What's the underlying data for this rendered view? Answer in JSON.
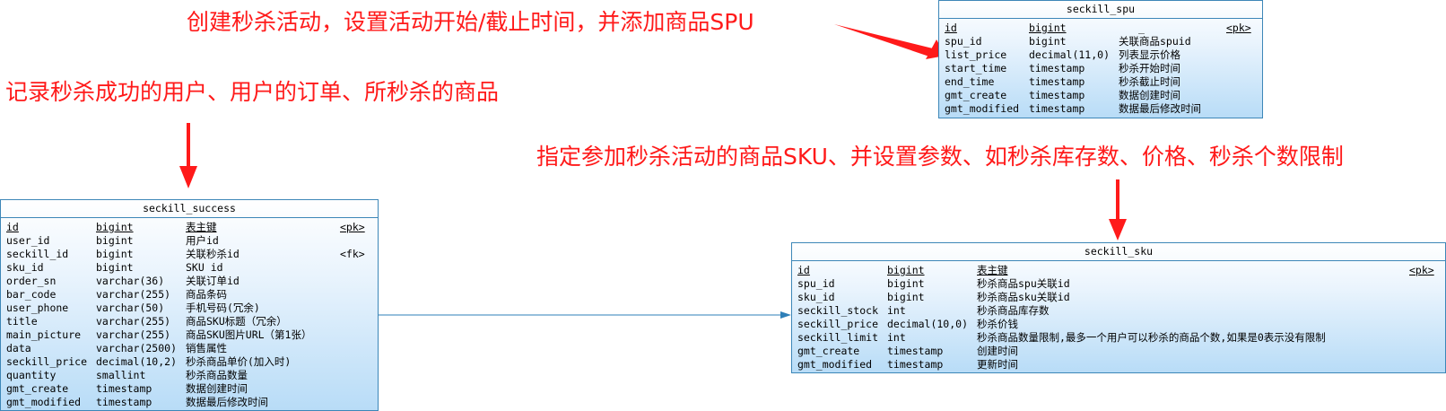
{
  "annotations": {
    "spu_note": "创建秒杀活动，设置活动开始/截止时间，并添加商品SPU",
    "success_note": "记录秒杀成功的用户、用户的订单、所秒杀的商品",
    "sku_note": "指定参加秒杀活动的商品SKU、并设置参数、如秒杀库存数、价格、秒杀个数限制"
  },
  "colors": {
    "annotation": "#ff1a1a",
    "table_border": "#3d87b8",
    "connector": "#2e7fb8"
  },
  "tables": {
    "seckill_spu": {
      "name": "seckill_spu",
      "header_extra": "_",
      "rows": [
        {
          "name": "id",
          "type": "bigint",
          "comment": "",
          "key": "<pk>"
        },
        {
          "name": "spu_id",
          "type": "bigint",
          "comment": "关联商品spuid",
          "key": ""
        },
        {
          "name": "list_price",
          "type": "decimal(11,0)",
          "comment": "列表显示价格",
          "key": ""
        },
        {
          "name": "start_time",
          "type": "timestamp",
          "comment": "秒杀开始时间",
          "key": ""
        },
        {
          "name": "end_time",
          "type": "timestamp",
          "comment": "秒杀截止时间",
          "key": ""
        },
        {
          "name": "gmt_create",
          "type": "timestamp",
          "comment": "数据创建时间",
          "key": ""
        },
        {
          "name": "gmt_modified",
          "type": "timestamp",
          "comment": "数据最后修改时间",
          "key": ""
        }
      ]
    },
    "seckill_success": {
      "name": "seckill_success",
      "rows": [
        {
          "name": "id",
          "type": "bigint",
          "comment": "表主键",
          "key": "<pk>"
        },
        {
          "name": "user_id",
          "type": "bigint",
          "comment": "用户id",
          "key": ""
        },
        {
          "name": "seckill_id",
          "type": "bigint",
          "comment": "关联秒杀id",
          "key": "<fk>"
        },
        {
          "name": "sku_id",
          "type": "bigint",
          "comment": "SKU id",
          "key": ""
        },
        {
          "name": "order_sn",
          "type": "varchar(36)",
          "comment": "关联订单id",
          "key": ""
        },
        {
          "name": "bar_code",
          "type": "varchar(255)",
          "comment": "商品条码",
          "key": ""
        },
        {
          "name": "user_phone",
          "type": "varchar(50)",
          "comment": "手机号码(冗余)",
          "key": ""
        },
        {
          "name": "title",
          "type": "varchar(255)",
          "comment": "商品SKU标题（冗余）",
          "key": ""
        },
        {
          "name": "main_picture",
          "type": "varchar(255)",
          "comment": "商品SKU图片URL（第1张）",
          "key": ""
        },
        {
          "name": "data",
          "type": "varchar(2500)",
          "comment": "销售属性",
          "key": ""
        },
        {
          "name": "seckill_price",
          "type": "decimal(10,2)",
          "comment": "秒杀商品单价(加入时)",
          "key": ""
        },
        {
          "name": "quantity",
          "type": "smallint",
          "comment": "秒杀商品数量",
          "key": ""
        },
        {
          "name": "gmt_create",
          "type": "timestamp",
          "comment": "数据创建时间",
          "key": ""
        },
        {
          "name": "gmt_modified",
          "type": "timestamp",
          "comment": "数据最后修改时间",
          "key": ""
        }
      ]
    },
    "seckill_sku": {
      "name": "seckill_sku",
      "rows": [
        {
          "name": "id",
          "type": "bigint",
          "comment": "表主键",
          "key": "<pk>"
        },
        {
          "name": "spu_id",
          "type": "bigint",
          "comment": "秒杀商品spu关联id",
          "key": ""
        },
        {
          "name": "sku_id",
          "type": "bigint",
          "comment": "秒杀商品sku关联id",
          "key": ""
        },
        {
          "name": "seckill_stock",
          "type": "int",
          "comment": "秒杀商品库存数",
          "key": ""
        },
        {
          "name": "seckill_price",
          "type": "decimal(10,0)",
          "comment": "秒杀价钱",
          "key": ""
        },
        {
          "name": "seckill_limit",
          "type": "int",
          "comment": "秒杀商品数量限制,最多一个用户可以秒杀的商品个数,如果是0表示没有限制",
          "key": ""
        },
        {
          "name": "gmt_create",
          "type": "timestamp",
          "comment": "创建时间",
          "key": ""
        },
        {
          "name": "gmt_modified",
          "type": "timestamp",
          "comment": "更新时间",
          "key": ""
        }
      ]
    }
  }
}
